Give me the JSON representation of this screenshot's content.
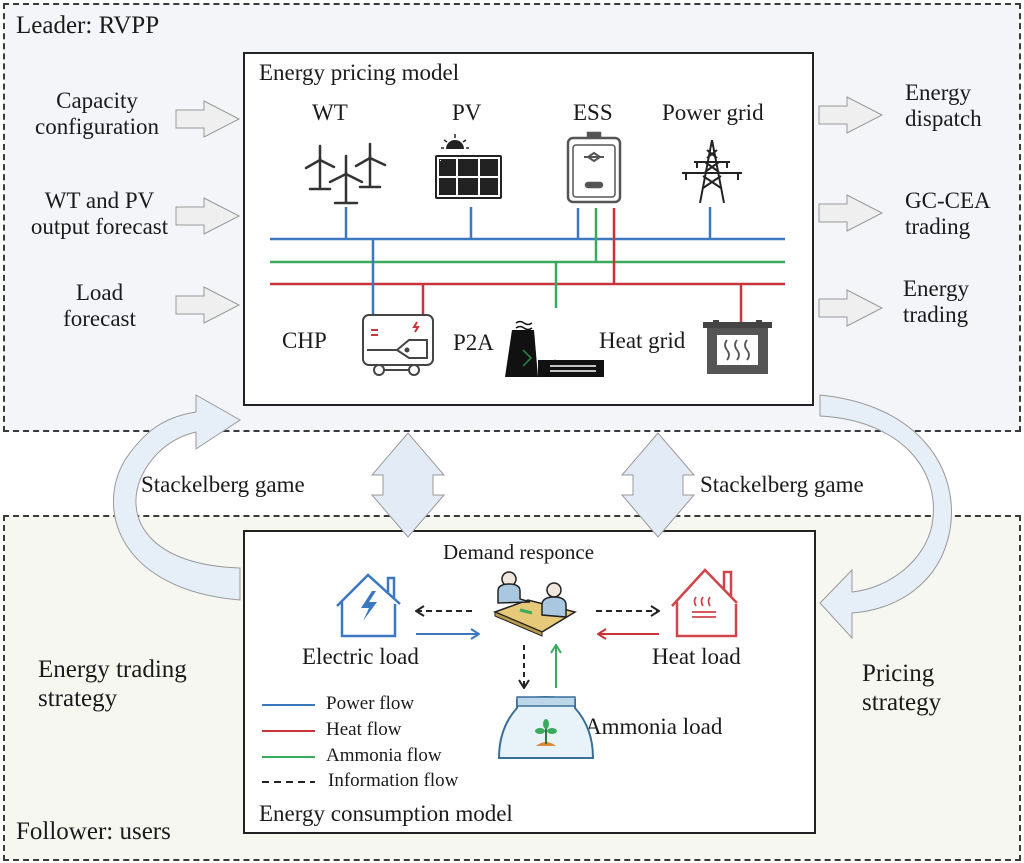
{
  "leader": {
    "title": "Leader: RVPP",
    "inputs": [
      {
        "line1": "Capacity",
        "line2": "configuration"
      },
      {
        "line1": "WT and PV",
        "line2": "output forecast"
      },
      {
        "line1": "Load",
        "line2": "forecast"
      }
    ],
    "outputs": [
      {
        "line1": "Energy",
        "line2": "dispatch"
      },
      {
        "line1": "GC-CEA",
        "line2": "trading"
      },
      {
        "line1": "Energy",
        "line2": "trading"
      }
    ],
    "model": {
      "title": "Energy pricing model",
      "components": {
        "wt": "WT",
        "pv": "PV",
        "ess": "ESS",
        "grid": "Power grid",
        "chp": "CHP",
        "p2a": "P2A",
        "heat_grid": "Heat grid"
      }
    }
  },
  "game": {
    "left_label": "Stackelberg game",
    "right_label": "Stackelberg game",
    "left_strategy": {
      "line1": "Energy trading",
      "line2": "strategy"
    },
    "right_strategy": {
      "line1": "Pricing",
      "line2": "strategy"
    }
  },
  "follower": {
    "title": "Follower: users",
    "model": {
      "title": "Energy consumption model",
      "demand_response": "Demand responce",
      "electric_load": "Electric load",
      "heat_load": "Heat load",
      "ammonia_load": "Ammonia load"
    },
    "legend": [
      {
        "label": "Power flow",
        "color": "#3b78c0",
        "style": "solid"
      },
      {
        "label": "Heat flow",
        "color": "#c8343a",
        "style": "solid"
      },
      {
        "label": "Ammonia flow",
        "color": "#3aaa5e",
        "style": "solid"
      },
      {
        "label": "Information flow",
        "color": "#222222",
        "style": "dashed"
      }
    ]
  },
  "colors": {
    "power": "#3b78c0",
    "heat": "#c8343a",
    "ammonia": "#3aaa5e",
    "info": "#222222",
    "arrow_fill": "#eeeeee",
    "game_arrow_fill": "#e3ecf6"
  }
}
